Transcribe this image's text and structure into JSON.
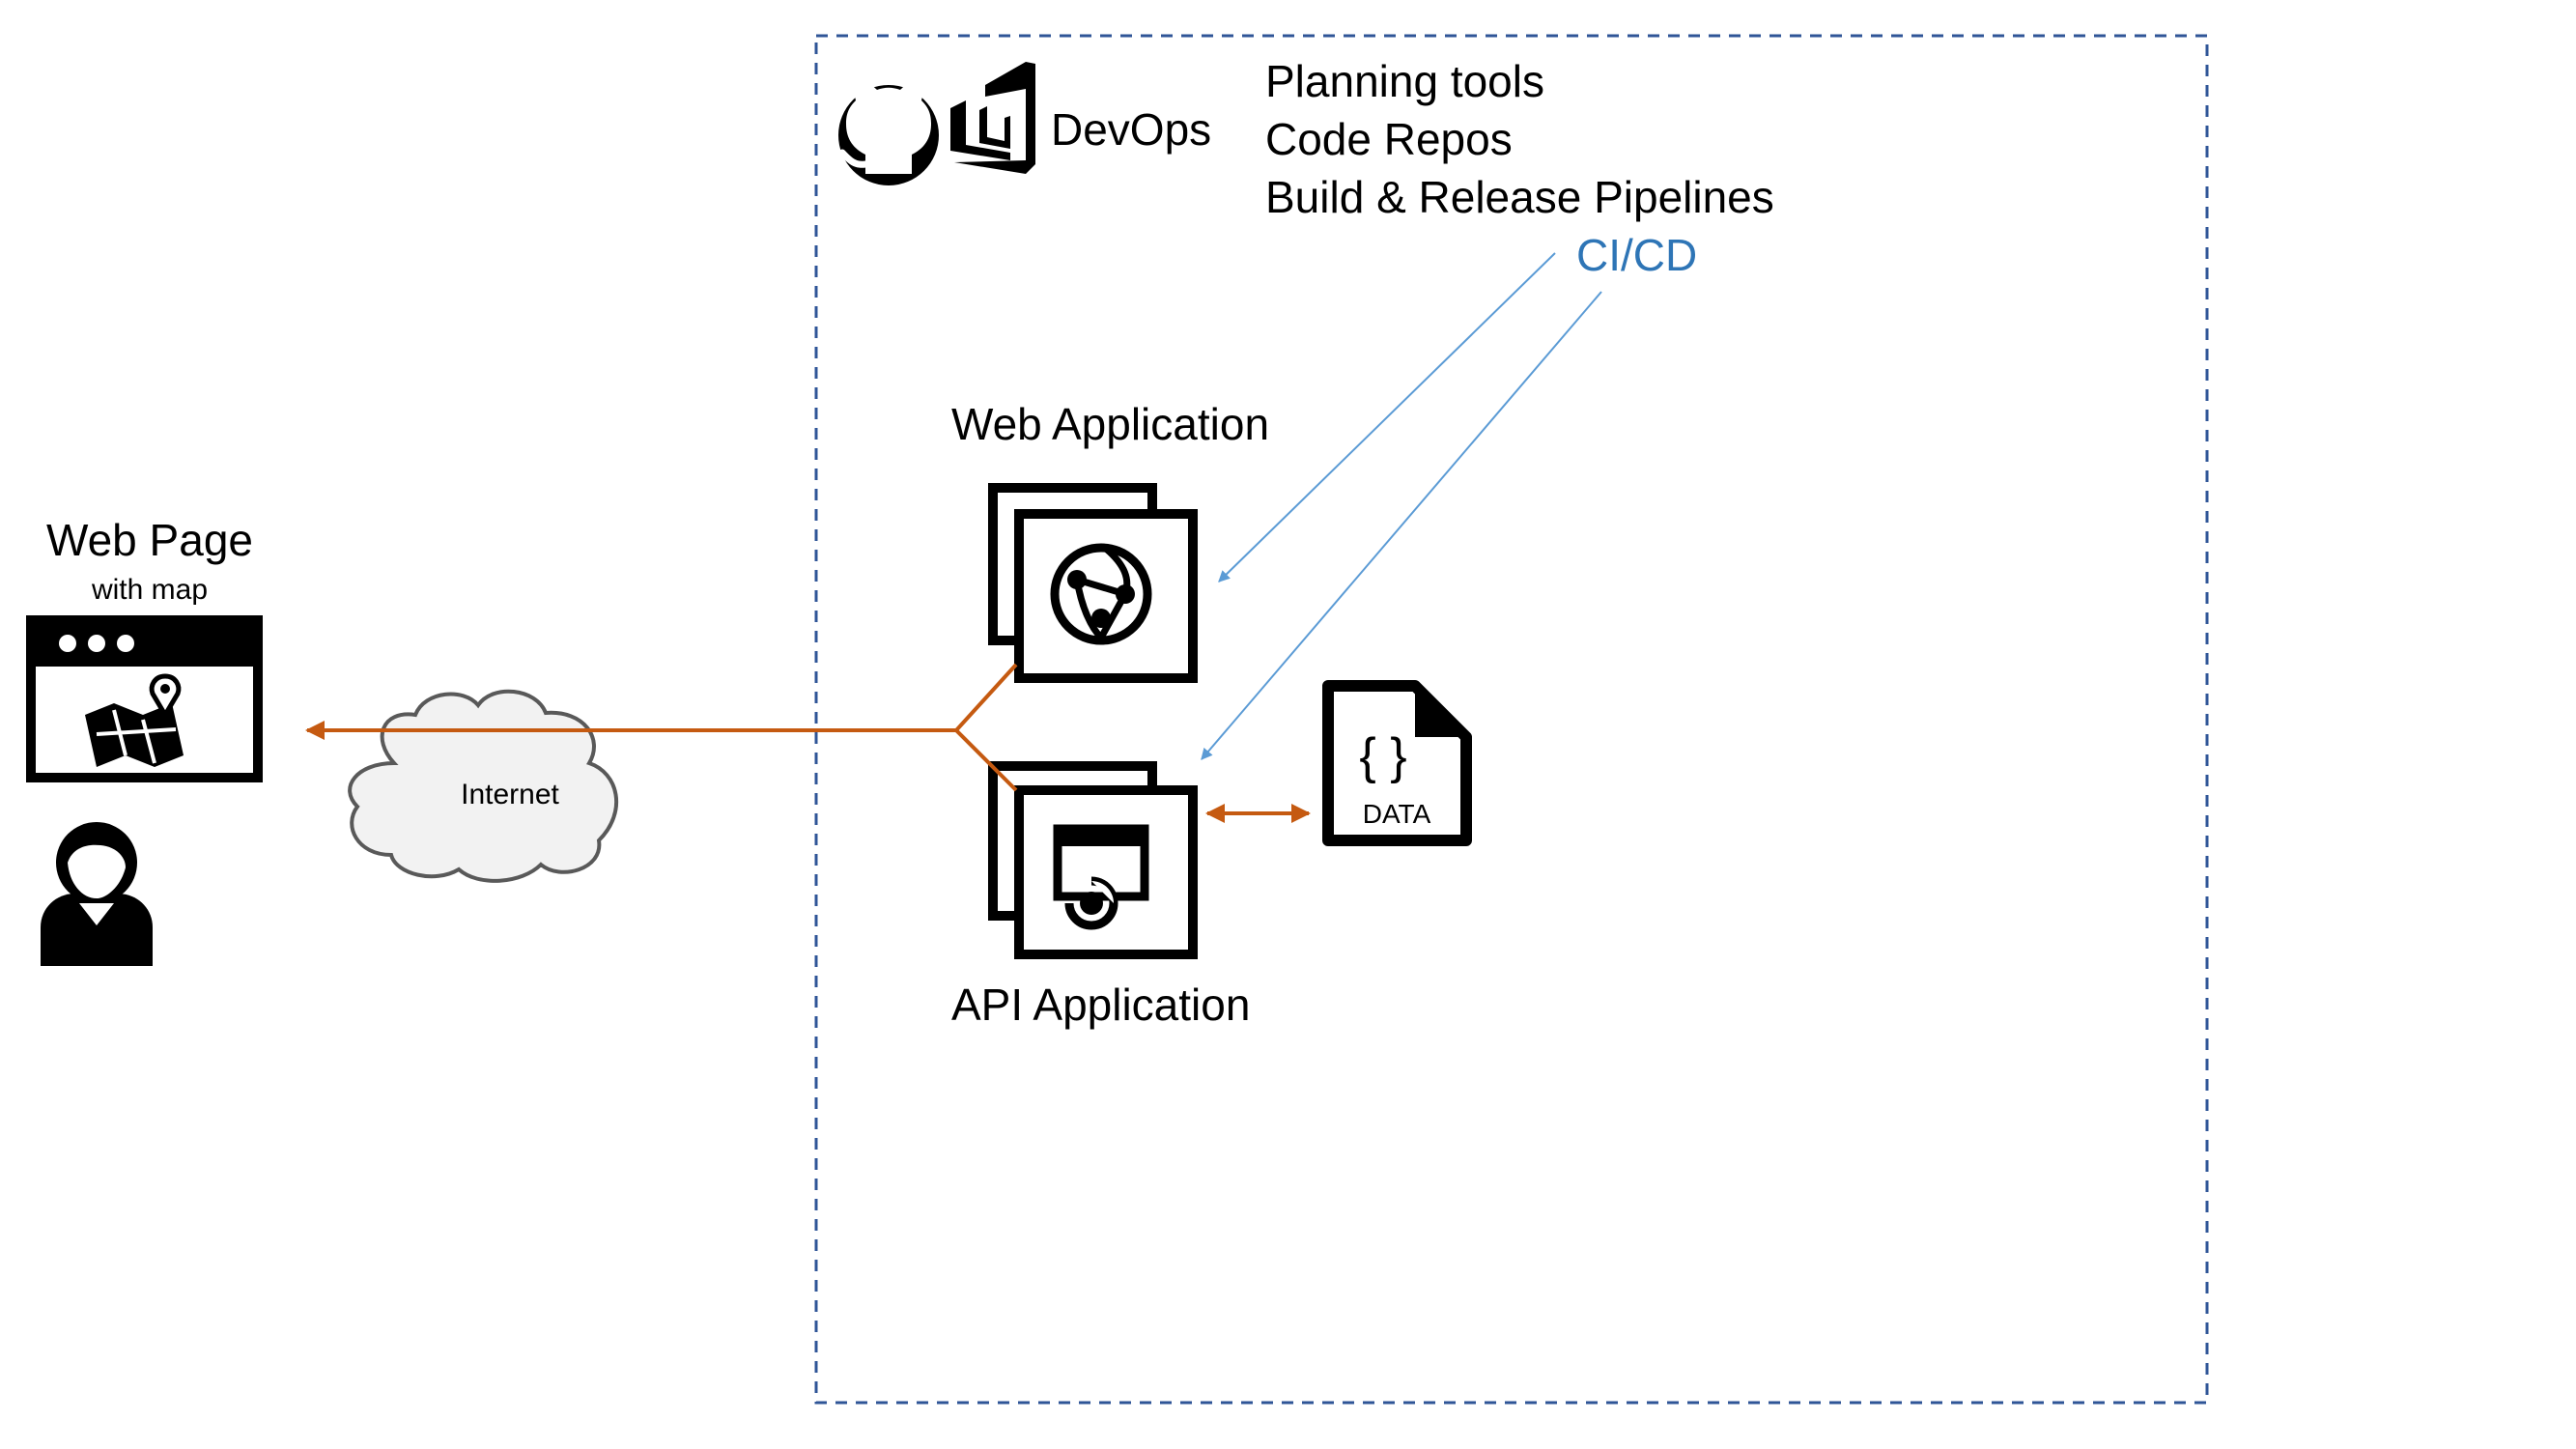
{
  "devops": {
    "label": "DevOps",
    "features": [
      "Planning tools",
      "Code Repos",
      "Build & Release Pipelines"
    ],
    "cicd_label": "CI/CD",
    "icons": [
      "github-icon",
      "azure-devops-icon"
    ]
  },
  "web_app": {
    "label": "Web Application",
    "icon": "globe-network-icon"
  },
  "api_app": {
    "label": "API Application",
    "icon": "api-app-icon"
  },
  "data_store": {
    "label": "DATA",
    "glyph": "{ }",
    "icon": "json-file-icon"
  },
  "internet": {
    "label": "Internet",
    "icon": "cloud-icon"
  },
  "web_page": {
    "title": "Web Page",
    "subtitle": "with map",
    "icon": "browser-map-icon"
  },
  "user": {
    "icon": "user-icon"
  },
  "colors": {
    "boundary": "#2F5597",
    "connector": "#C55A11",
    "cicd": "#5B9BD5",
    "cicd_text": "#2E75B6",
    "ink": "#000000",
    "cloud_fill": "#F2F2F2",
    "cloud_stroke": "#595959"
  }
}
